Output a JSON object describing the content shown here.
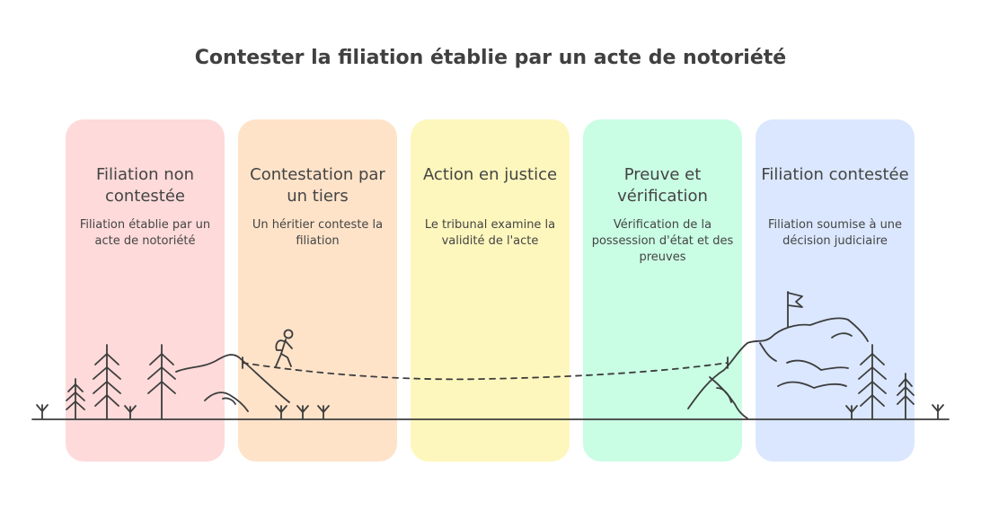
{
  "title": "Contester la filiation établie par un acte de notoriété",
  "colors": {
    "ink": "#3d3d3d",
    "panel_1": "#fedada",
    "panel_2": "#fee3c9",
    "panel_3": "#fef7bd",
    "panel_4": "#c9fde4",
    "panel_5": "#dae7fe"
  },
  "stages": [
    {
      "heading": "Filiation non contestée",
      "description": "Filiation établie par un acte de notoriété"
    },
    {
      "heading": "Contestation par un tiers",
      "description": "Un héritier conteste la filiation"
    },
    {
      "heading": "Action en justice",
      "description": "Le tribunal examine la validité de l'acte"
    },
    {
      "heading": "Preuve et vérification",
      "description": "Vérification de la possession d'état et des preuves"
    },
    {
      "heading": "Filiation contestée",
      "description": "Filiation soumise à une décision judiciaire"
    }
  ],
  "icons": {
    "hiker": "hiker-icon",
    "flag": "flag-icon",
    "tree": "tree-icon"
  }
}
